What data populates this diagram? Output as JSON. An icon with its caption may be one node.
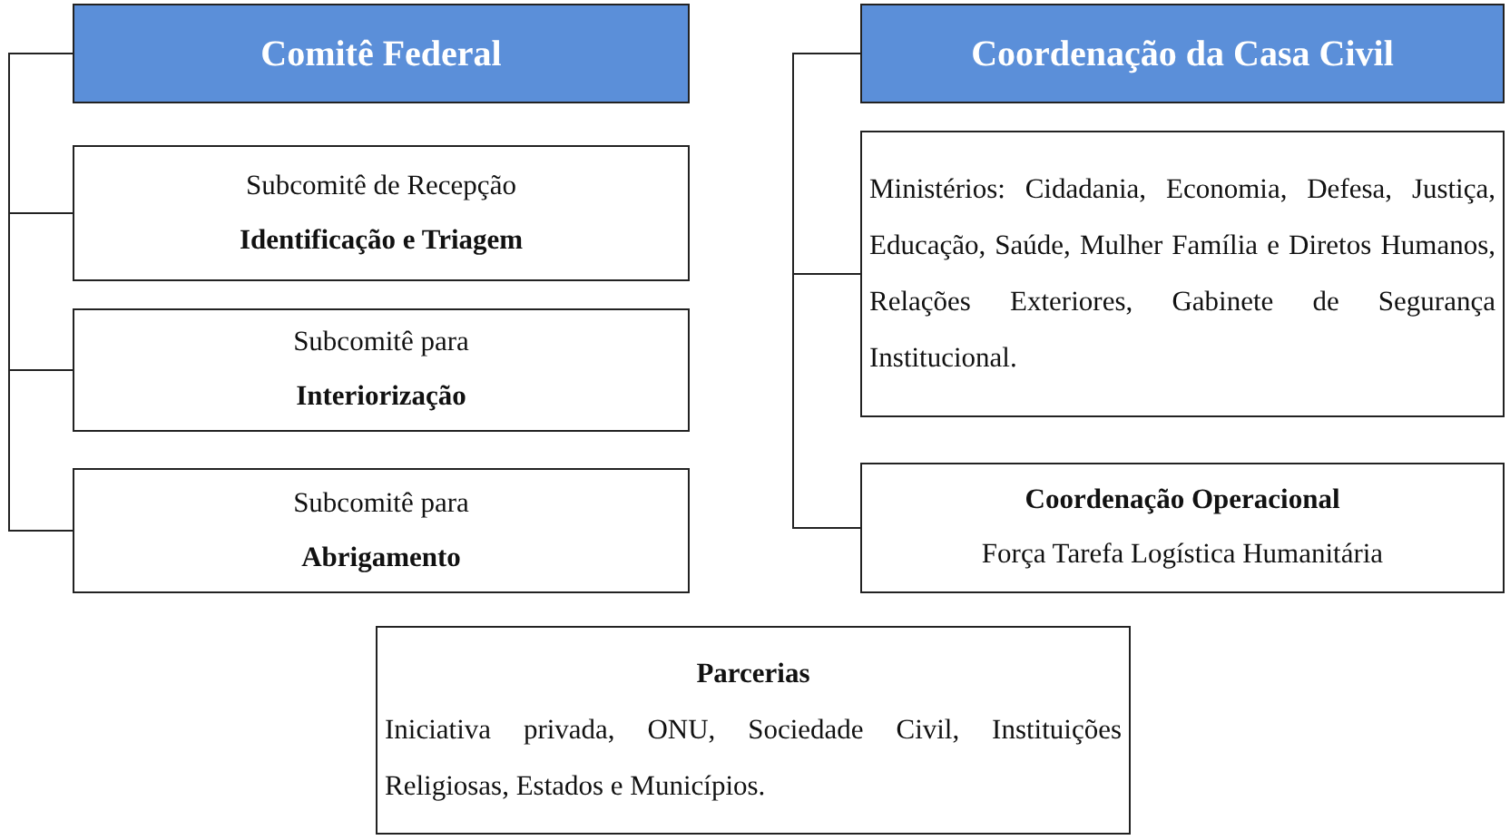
{
  "diagram": {
    "nodes": [
      {
        "text": [
          "Comitê Federal"
        ]
      },
      {
        "text": [
          "Subcomitê de Recepção",
          "Identificação e Triagem"
        ]
      },
      {
        "text": [
          "Subcomitê para",
          "Interiorização"
        ]
      },
      {
        "text": [
          "Subcomitê para",
          "Abrigamento"
        ]
      },
      {
        "text": [
          "Coordenação da Casa Civil"
        ]
      },
      {
        "text": [
          "Ministérios: Cidadania, Economia, Defesa, Justiça, Educação, Saúde, Mulher Família e Diretos Humanos, Relações Exteriores, Gabinete de Segurança Institucional."
        ]
      },
      {
        "text": [
          "Coordenação Operacional",
          "Força Tarefa Logística Humanitária"
        ]
      },
      {
        "text": [
          "Parcerias",
          "Iniciativa privada, ONU, Sociedade Civil, Instituições Religiosas, Estados e Municípios."
        ]
      }
    ],
    "edges": [
      {
        "from": 0,
        "to": 1,
        "arrow": "none"
      },
      {
        "from": 0,
        "to": 2,
        "arrow": "none"
      },
      {
        "from": 0,
        "to": 3,
        "arrow": "none"
      },
      {
        "from": 4,
        "to": 5,
        "arrow": "none"
      },
      {
        "from": 4,
        "to": 6,
        "arrow": "none"
      }
    ]
  }
}
